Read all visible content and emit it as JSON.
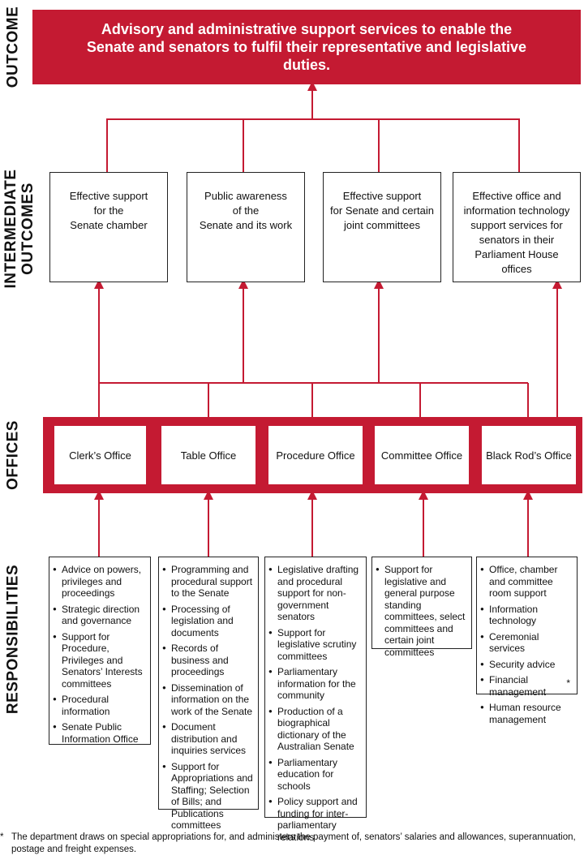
{
  "labels": {
    "outcome": "OUTCOME",
    "intermediate": [
      "INTERMEDIATE",
      "OUTCOMES"
    ],
    "offices": "OFFICES",
    "responsibilities": "RESPONSIBILITIES"
  },
  "outcome": "Advisory and administrative support services to enable the Senate and senators to fulfil their representative and legislative duties.",
  "intermediate_outcomes": [
    "Effective support\nfor the\nSenate chamber",
    "Public awareness\nof the\nSenate and its work",
    "Effective support\nfor Senate and certain\njoint committees",
    "Effective office and\ninformation technology\nsupport services for\nsenators in their\nParliament House offices"
  ],
  "offices": [
    "Clerk’s Office",
    "Table Office",
    "Procedure Office",
    "Committee Office",
    "Black Rod’s Office"
  ],
  "responsibilities": [
    [
      "Advice on powers, privileges and proceedings",
      "Strategic direction and governance",
      "Support for Procedure, Privileges and Senators’ Interests committees",
      "Procedural information",
      "Senate Public Information Office"
    ],
    [
      "Programming and procedural support to the Senate",
      "Processing of legislation and documents",
      "Records of business and proceedings",
      "Dissemination of information on the work of the Senate",
      "Document distribution and inquiries services",
      "Support for Appropriations and Staffing; Selection of Bills; and Publications committees"
    ],
    [
      "Legislative drafting and procedural support for non-government senators",
      "Support for legislative scrutiny committees",
      "Parliamentary information for the community",
      "Production of a biographical dictionary of the Australian Senate",
      "Parliamentary education for schools",
      "Policy support and funding for inter-parliamentary relations"
    ],
    [
      "Support for legislative and general purpose standing committees, select committees and certain joint committees"
    ],
    [
      "Office, chamber and committee room support",
      "Information technology",
      "Ceremonial services",
      "Security advice",
      "Financial management",
      "Human resource management"
    ]
  ],
  "asterisk": "*",
  "footnote": {
    "mark": "*",
    "text": "The department draws on special appropriations for, and administers the payment of, senators’ salaries and allowances, superannuation, postage and freight expenses."
  },
  "colors": {
    "accent": "#c41a32",
    "line": "#c41a32",
    "text": "#111111"
  }
}
